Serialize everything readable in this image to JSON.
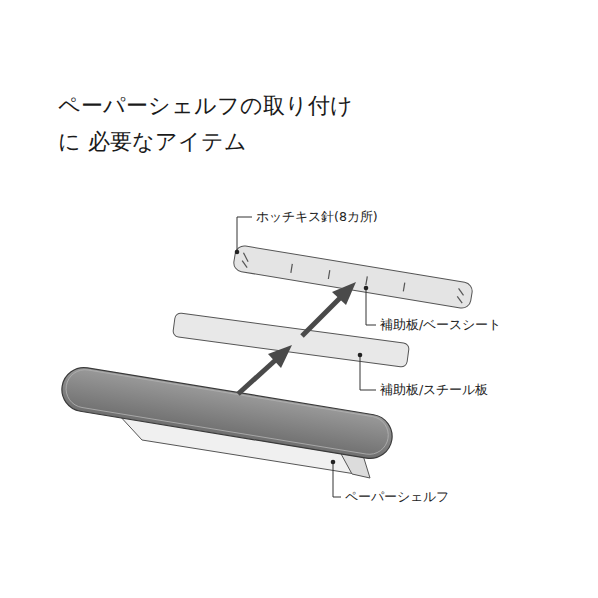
{
  "diagram": {
    "title": "ペーパーシェルフの取り付けに 必要なアイテム",
    "labels": [
      "ホッチキス針(8カ所)",
      "補助板/ベースシート",
      "補助板/スチール板",
      "ペーパーシェルフ"
    ]
  }
}
